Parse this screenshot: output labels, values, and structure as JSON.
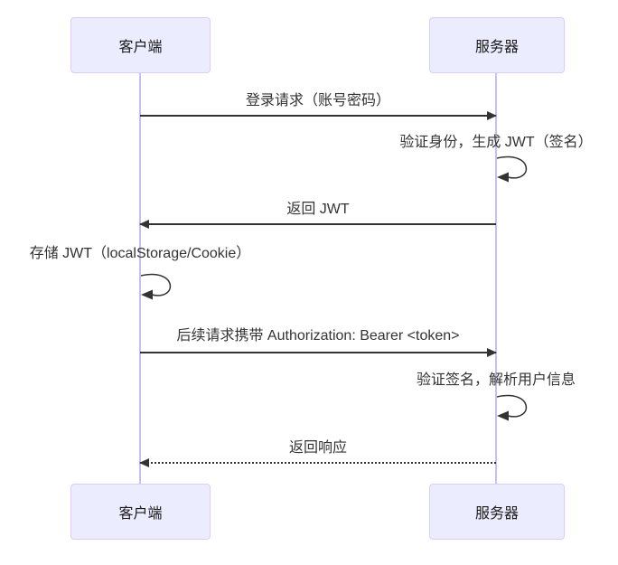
{
  "diagram": {
    "type": "sequence",
    "actors": {
      "client": "客户端",
      "server": "服务器"
    },
    "colors": {
      "actor_fill": "#ECECFF",
      "actor_border": "#DACEF3",
      "lifeline": "#C9C0EA",
      "arrow": "#333333",
      "text": "#333333"
    },
    "messages": [
      {
        "label": "登录请求（账号密码）",
        "from": "client",
        "to": "server",
        "style": "solid"
      },
      {
        "label": "验证身份，生成 JWT（签名）",
        "from": "server",
        "to": "server",
        "style": "self"
      },
      {
        "label": "返回 JWT",
        "from": "server",
        "to": "client",
        "style": "solid"
      },
      {
        "label": "存储 JWT（localStorage/Cookie）",
        "from": "client",
        "to": "client",
        "style": "self"
      },
      {
        "label": "后续请求携带 Authorization: Bearer <token>",
        "from": "client",
        "to": "server",
        "style": "solid"
      },
      {
        "label": "验证签名，解析用户信息",
        "from": "server",
        "to": "server",
        "style": "self"
      },
      {
        "label": "返回响应",
        "from": "server",
        "to": "client",
        "style": "dotted"
      }
    ]
  }
}
